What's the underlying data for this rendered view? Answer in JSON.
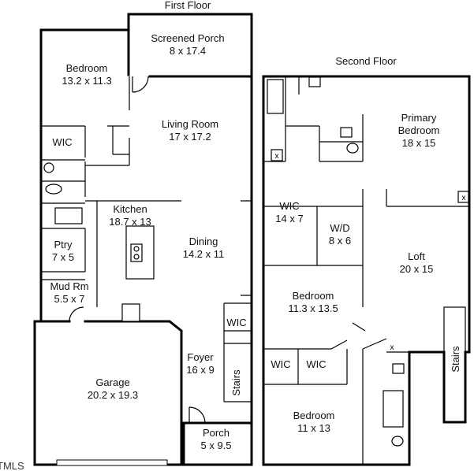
{
  "floors": [
    {
      "title": "First Floor"
    },
    {
      "title": "Second Floor"
    }
  ],
  "rooms": {
    "screened_porch": {
      "name": "Screened Porch",
      "dims": "8 x 17.4"
    },
    "bedroom1": {
      "name": "Bedroom",
      "dims": "13.2 x 11.3"
    },
    "living_room": {
      "name": "Living Room",
      "dims": "17 x 17.2"
    },
    "wic1": {
      "name": "WIC"
    },
    "kitchen": {
      "name": "Kitchen",
      "dims": "18.7 x 13"
    },
    "dining": {
      "name": "Dining",
      "dims": "14.2 x 11"
    },
    "pantry": {
      "name": "Ptry",
      "dims": "7 x 5"
    },
    "mud_room": {
      "name": "Mud Rm",
      "dims": "5.5 x 7"
    },
    "wic2": {
      "name": "WIC"
    },
    "foyer": {
      "name": "Foyer",
      "dims": "16 x 9"
    },
    "stairs1": {
      "name": "Stairs"
    },
    "garage": {
      "name": "Garage",
      "dims": "20.2 x 19.3"
    },
    "porch": {
      "name": "Porch",
      "dims": "5 x 9.5"
    },
    "primary_bedroom": {
      "name": "Primary",
      "name2": "Bedroom",
      "dims": "18 x 15"
    },
    "wic3": {
      "name": "WIC",
      "dims": "14 x 7"
    },
    "wd": {
      "name": "W/D",
      "dims": "8 x 6"
    },
    "loft": {
      "name": "Loft",
      "dims": "20 x 15"
    },
    "bedroom2": {
      "name": "Bedroom",
      "dims": "11.3 x 13.5"
    },
    "wic4": {
      "name": "WIC"
    },
    "wic5": {
      "name": "WIC"
    },
    "stairs2": {
      "name": "Stairs"
    },
    "bedroom3": {
      "name": "Bedroom",
      "dims": "11 x 13"
    }
  },
  "watermark": "TMLS"
}
